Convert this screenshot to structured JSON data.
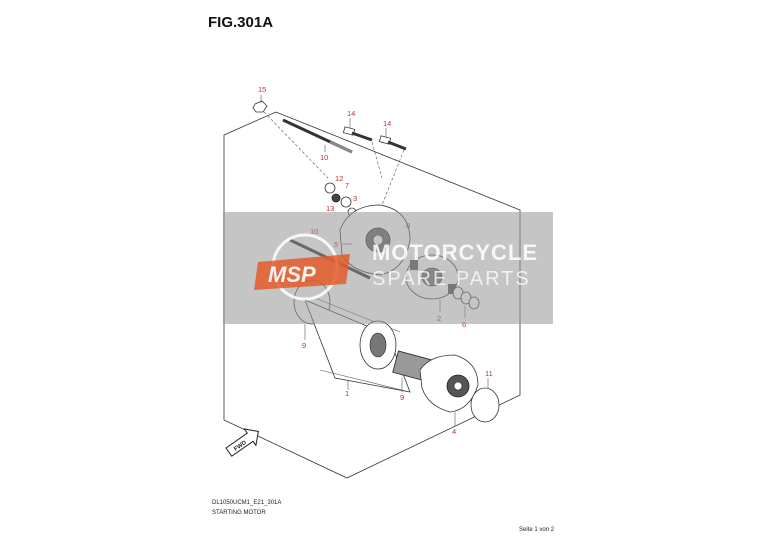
{
  "figure": {
    "title": "FIG.301A",
    "drawing_code": "DL1050UCM1_E21_301A",
    "drawing_name": "STARTING MOTOR",
    "page_label": "Seite 1 von 2",
    "fwd_label": "FWD"
  },
  "watermark": {
    "logo_text": "MSP",
    "line1": "MOTORCYCLE",
    "line2": "SPARE PARTS",
    "logo_color": "#e25a2a"
  },
  "callouts": [
    "15",
    "14",
    "14",
    "10",
    "12",
    "7",
    "13",
    "3",
    "8",
    "10",
    "5",
    "2",
    "6",
    "9",
    "1",
    "9",
    "11",
    "4"
  ],
  "colors": {
    "callout": "#c03030",
    "line": "#333333"
  }
}
